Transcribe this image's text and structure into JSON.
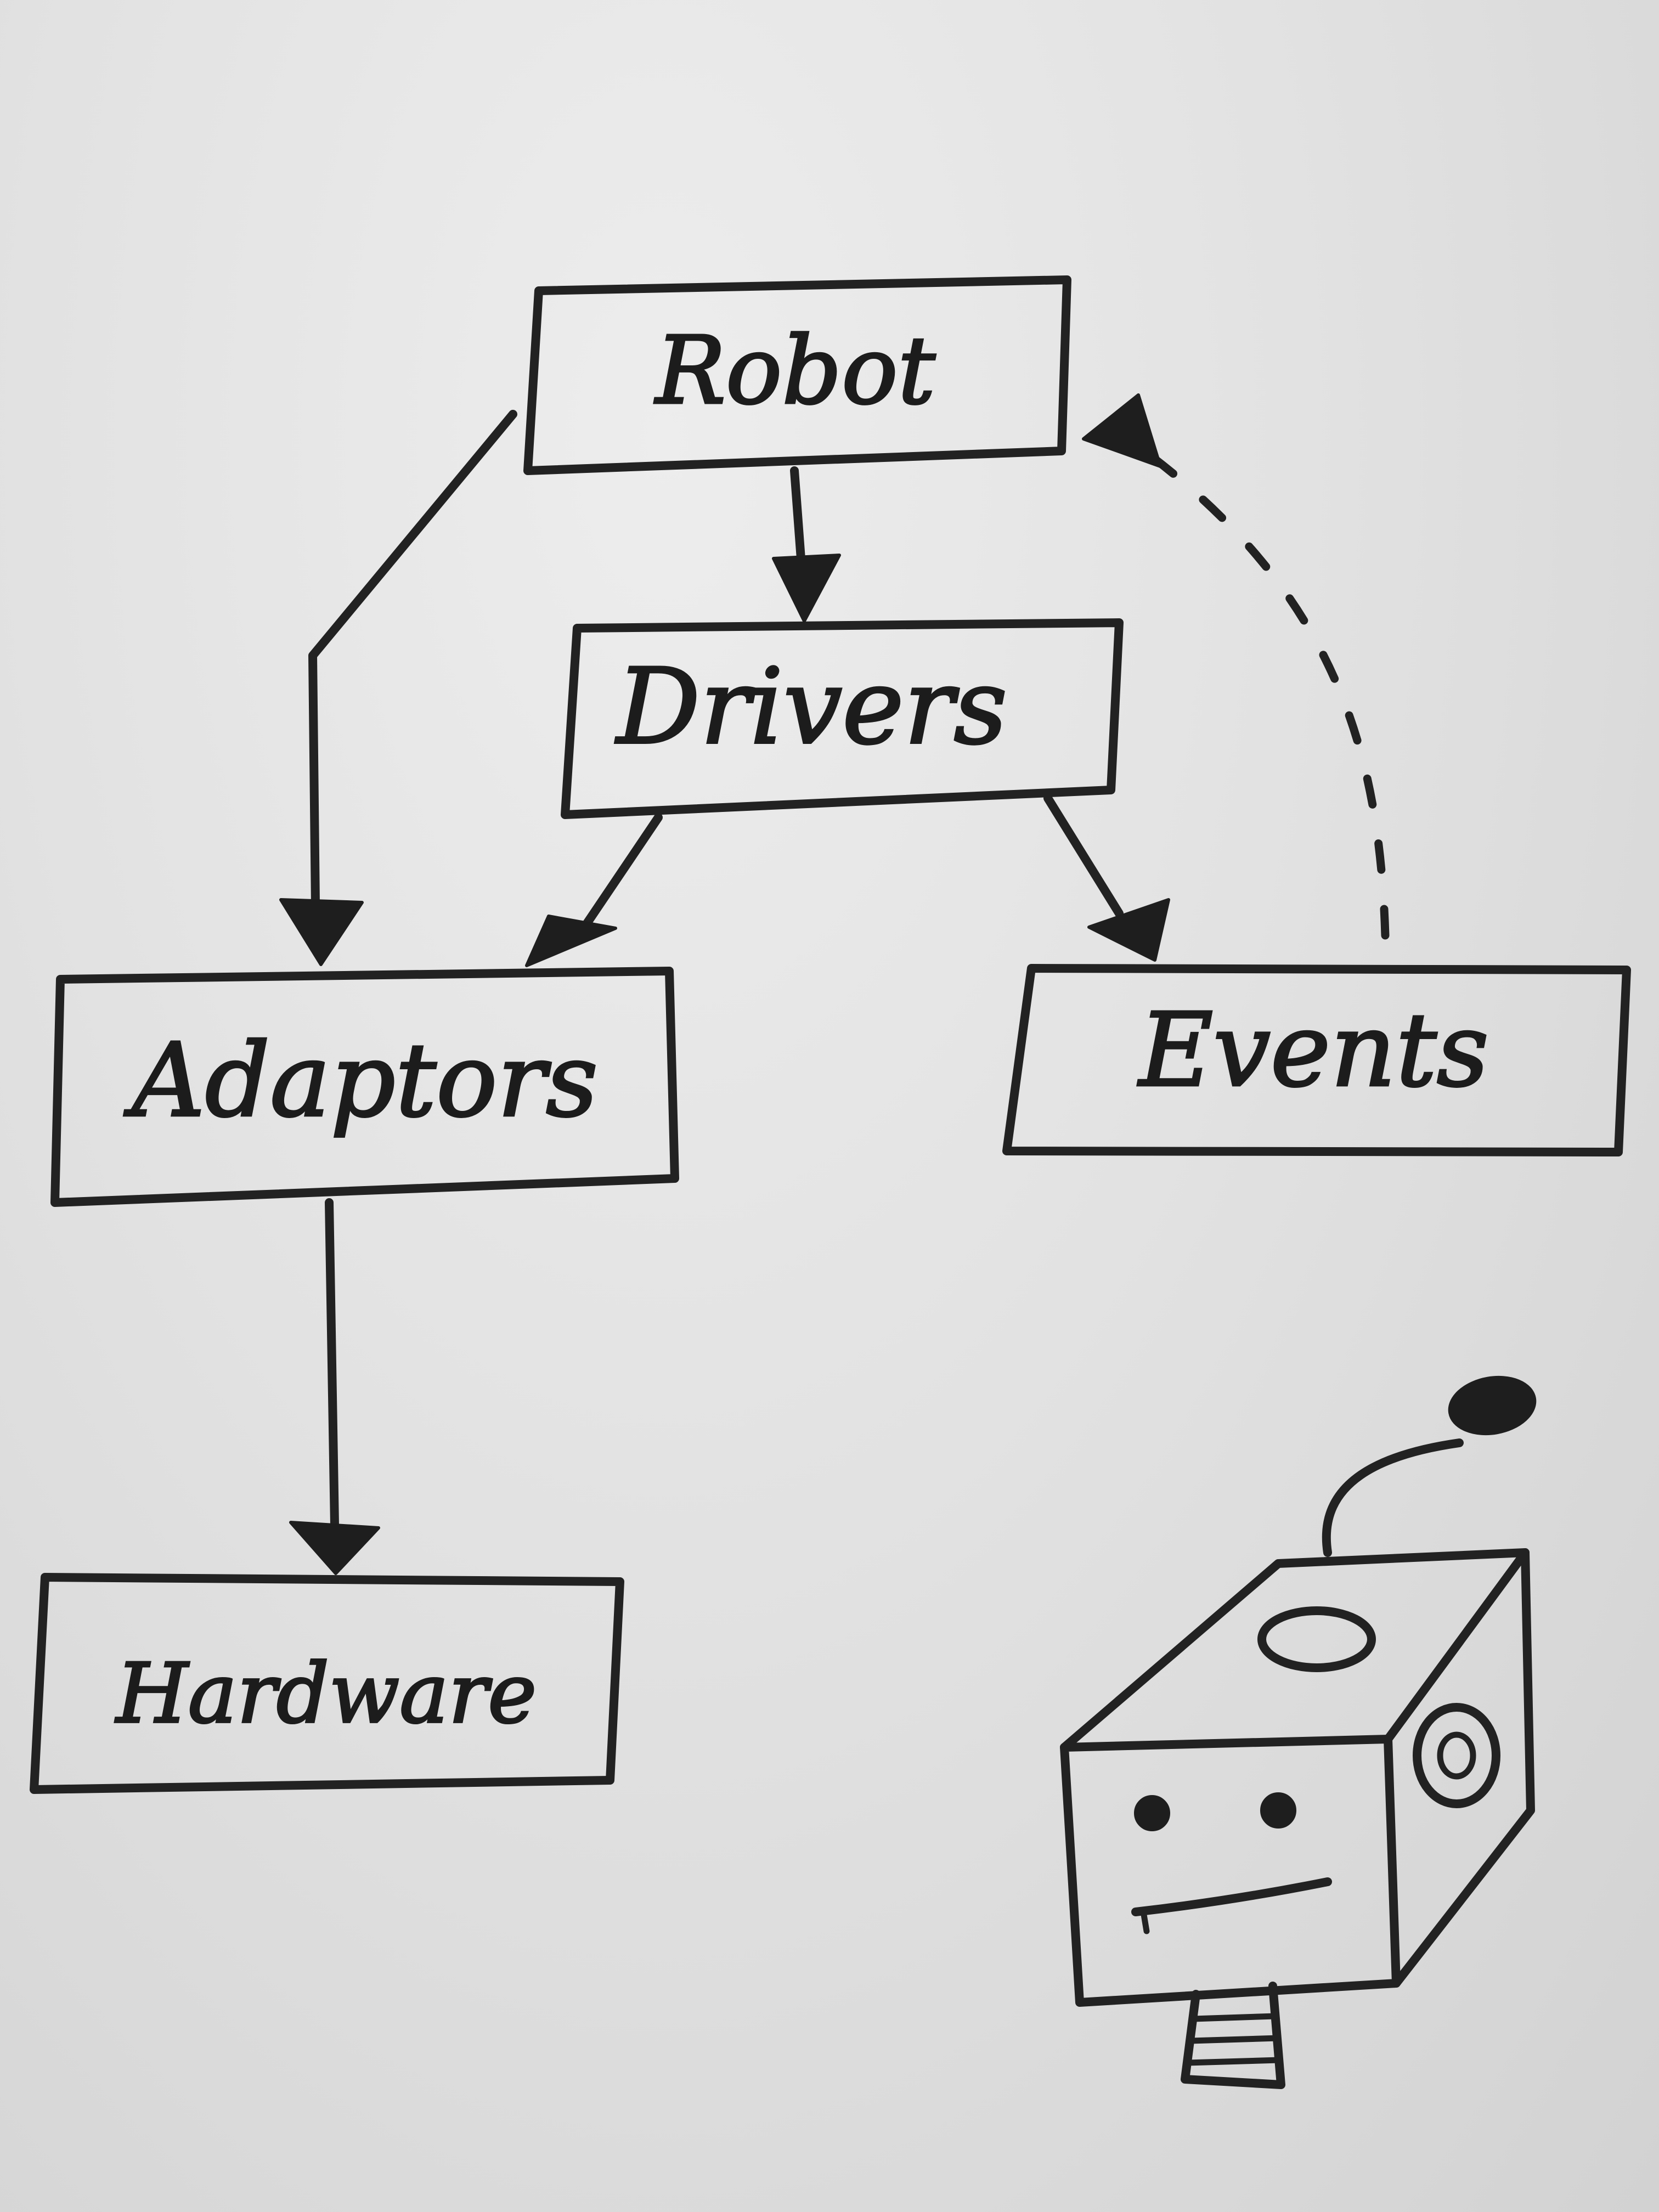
{
  "nodes": {
    "robot": "Robot",
    "drivers": "Drivers",
    "adaptors": "Adaptors",
    "events": "Events",
    "hardware": "Hardware"
  },
  "edges": [
    {
      "from": "Robot",
      "to": "Drivers",
      "style": "solid"
    },
    {
      "from": "Robot",
      "to": "Adaptors",
      "style": "solid"
    },
    {
      "from": "Drivers",
      "to": "Adaptors",
      "style": "solid"
    },
    {
      "from": "Drivers",
      "to": "Events",
      "style": "solid"
    },
    {
      "from": "Events",
      "to": "Robot",
      "style": "dashed"
    },
    {
      "from": "Adaptors",
      "to": "Hardware",
      "style": "solid"
    }
  ],
  "colors": {
    "ink": "#222222",
    "paper": "#e4e4e4"
  }
}
